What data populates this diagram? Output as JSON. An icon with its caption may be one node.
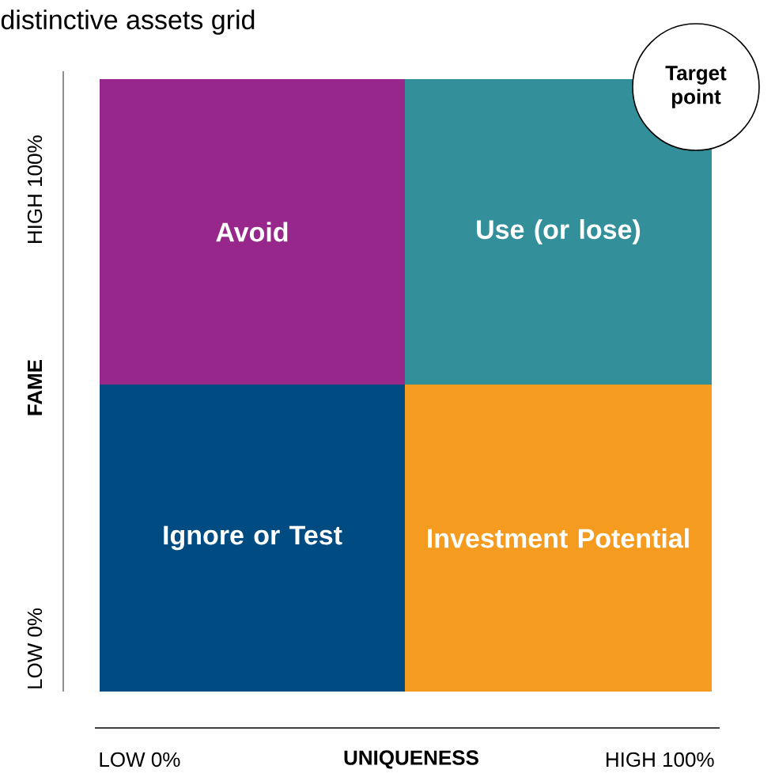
{
  "diagram": {
    "title": "distinctive assets grid",
    "nodes": [
      {
        "text": [
          "Avoid"
        ]
      },
      {
        "text": [
          "Use (or lose)"
        ]
      },
      {
        "text": [
          "Ignore or Test"
        ]
      },
      {
        "text": [
          "Investment Potential"
        ]
      },
      {
        "text": [
          "Target point"
        ]
      }
    ],
    "labels": [
      "HIGH 100%",
      "FAME",
      "LOW 0%",
      "LOW 0%",
      "UNIQUENESS",
      "HIGH 100%"
    ]
  }
}
